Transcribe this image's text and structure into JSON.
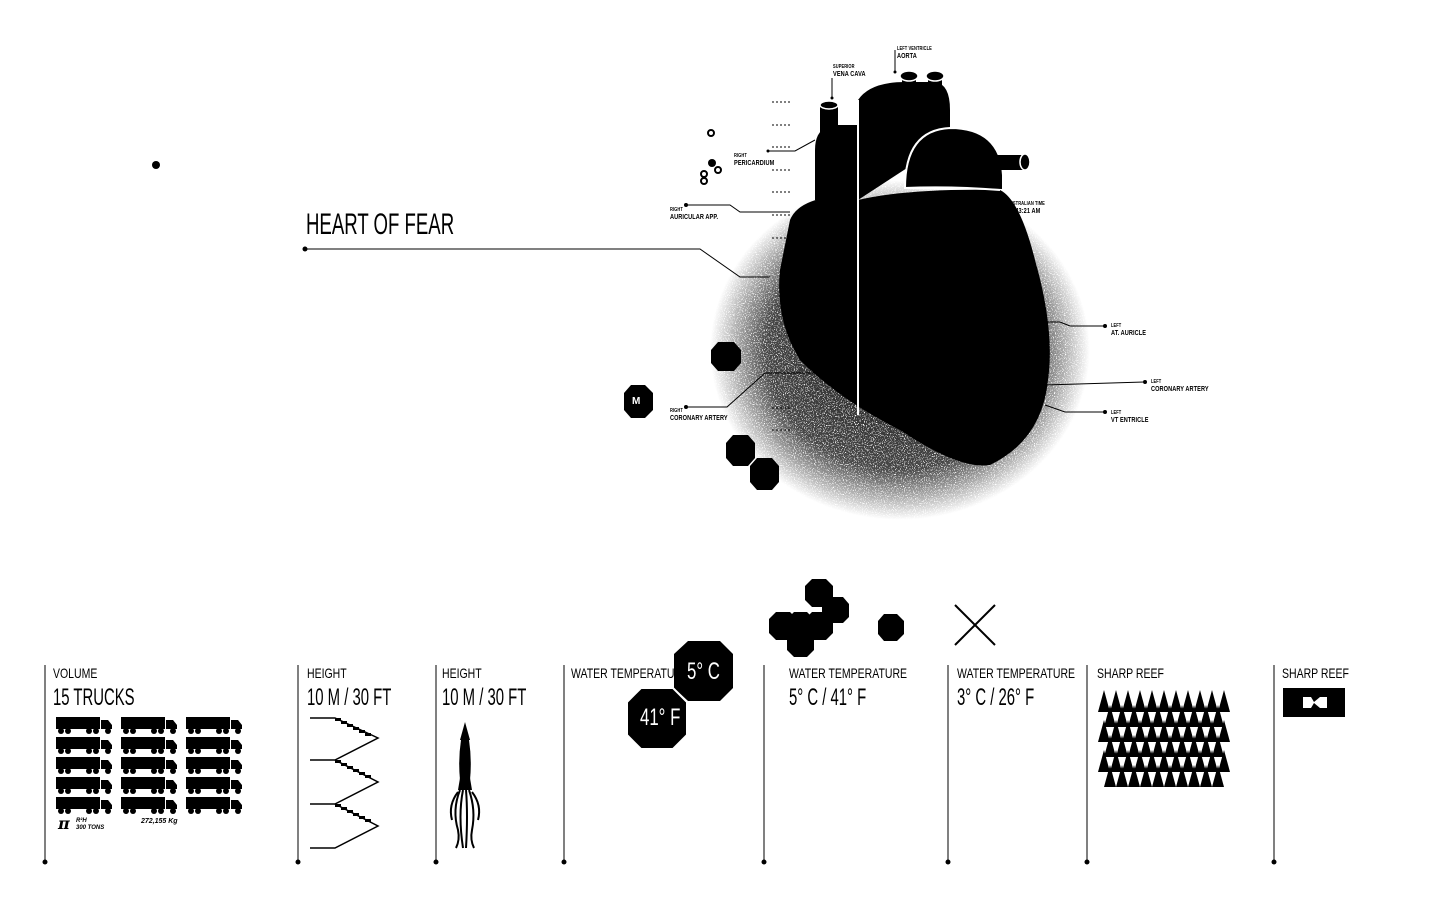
{
  "title": "HEART OF FEAR",
  "heart_labels": {
    "superior_vena_cava": [
      "SUPERIOR",
      "VENA CAVA"
    ],
    "aorta": [
      "LEFT VENTRICLE",
      "AORTA"
    ],
    "pericardium": [
      "RIGHT",
      "PERICARDIUM"
    ],
    "auricular": [
      "RIGHT",
      "AURICULAR APP."
    ],
    "time": [
      "AUSTRALIAN TIME",
      "08:43:21 AM"
    ],
    "left_auricle": [
      "LEFT",
      "AT. AURICLE"
    ],
    "left_coronary": [
      "LEFT",
      "CORONARY ARTERY"
    ],
    "left_ventricle": [
      "LEFT",
      "VT ENTRICLE"
    ],
    "right_coronary": [
      "RIGHT",
      "CORONARY ARTERY"
    ],
    "badge": "M"
  },
  "columns": [
    {
      "title": "VOLUME",
      "value": "15 TRUCKS",
      "formula": "R²H",
      "tons": "300 TONS",
      "kg": "272,155 Kg"
    },
    {
      "title": "HEIGHT",
      "value": "10 M / 30 FT"
    },
    {
      "title": "HEIGHT",
      "value": "10 M / 30 FT"
    },
    {
      "title": "WATER TEMPERATURE",
      "oct1": "5° C",
      "oct2": "41° F"
    },
    {
      "title": "WATER TEMPERATURE",
      "value": "5° C / 41° F"
    },
    {
      "title": "WATER TEMPERATURE",
      "value": "3° C / 26° F"
    },
    {
      "title": "SHARP REEF"
    },
    {
      "title": "SHARP REEF"
    }
  ],
  "colors": {
    "ink": "#000000",
    "paper": "#ffffff"
  }
}
